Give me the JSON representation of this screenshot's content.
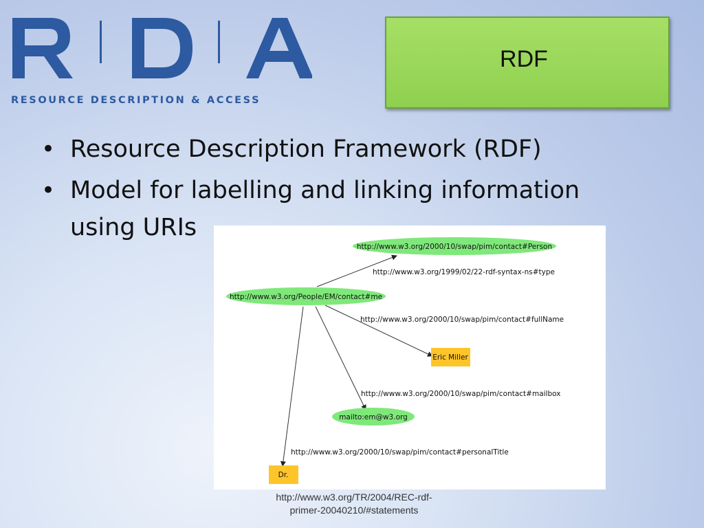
{
  "logo": {
    "letters": [
      "R",
      "D",
      "A"
    ],
    "tagline": "RESOURCE DESCRIPTION & ACCESS",
    "color": "#2d5aa0"
  },
  "title": "RDF",
  "title_color": "#96d655",
  "bullets": [
    "Resource Description Framework (RDF)",
    "Model for labelling and linking information using URIs"
  ],
  "diagram": {
    "nodes": {
      "person": "http://www.w3.org/2000/10/swap/pim/contact#Person",
      "me": "http://www.w3.org/People/EM/contact#me",
      "name": "Eric Miller",
      "mailbox": "mailto:em@w3.org",
      "title": "Dr."
    },
    "edges": {
      "type": "http://www.w3.org/1999/02/22-rdf-syntax-ns#type",
      "fullName": "http://www.w3.org/2000/10/swap/pim/contact#fullName",
      "mailbox": "http://www.w3.org/2000/10/swap/pim/contact#mailbox",
      "personalTitle": "http://www.w3.org/2000/10/swap/pim/contact#personalTitle"
    },
    "resource_color": "#7fe87a",
    "literal_color": "#fdc52a"
  },
  "citation": {
    "line1": "http://www.w3.org/TR/2004/REC-rdf-",
    "line2": "primer-20040210/#statements"
  }
}
